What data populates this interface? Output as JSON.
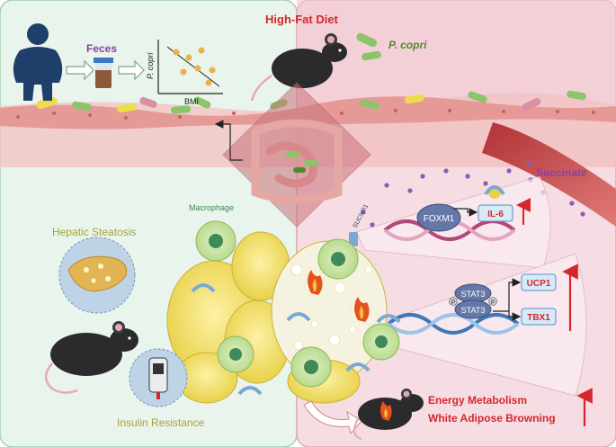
{
  "labels": {
    "feces": "Feces",
    "high_fat_diet": "High-Fat Diet",
    "p_copri_species": "P. copri",
    "axis_y": "P. copri",
    "axis_x": "BMI",
    "succinate": "Succinate",
    "macrophage": "Macrophage",
    "hepatic_steatosis": "Hepatic Steatosis",
    "insulin_resistance": "Insulin Resistance",
    "sucnr1": "SUCNR1",
    "foxm1": "FOXM1",
    "il6": "IL-6",
    "stat3_top": "STAT3",
    "stat3_bottom": "STAT3",
    "p_left": "P",
    "p_right": "P",
    "ucp1": "UCP1",
    "tbx1": "TBX1",
    "energy_metabolism": "Energy Metabolism",
    "white_adipose_browning": "White Adipose Browning"
  },
  "colors": {
    "left_panel": "#e9f4ec",
    "right_panel": "#f6dde3",
    "gut_band": "#f0c4c4",
    "accent_red": "#d6262c",
    "olive_text": "#a8a23a",
    "green_text": "#4f8a2b",
    "purple_text": "#8a3fa6",
    "gene_box": "#d7eaf8"
  }
}
